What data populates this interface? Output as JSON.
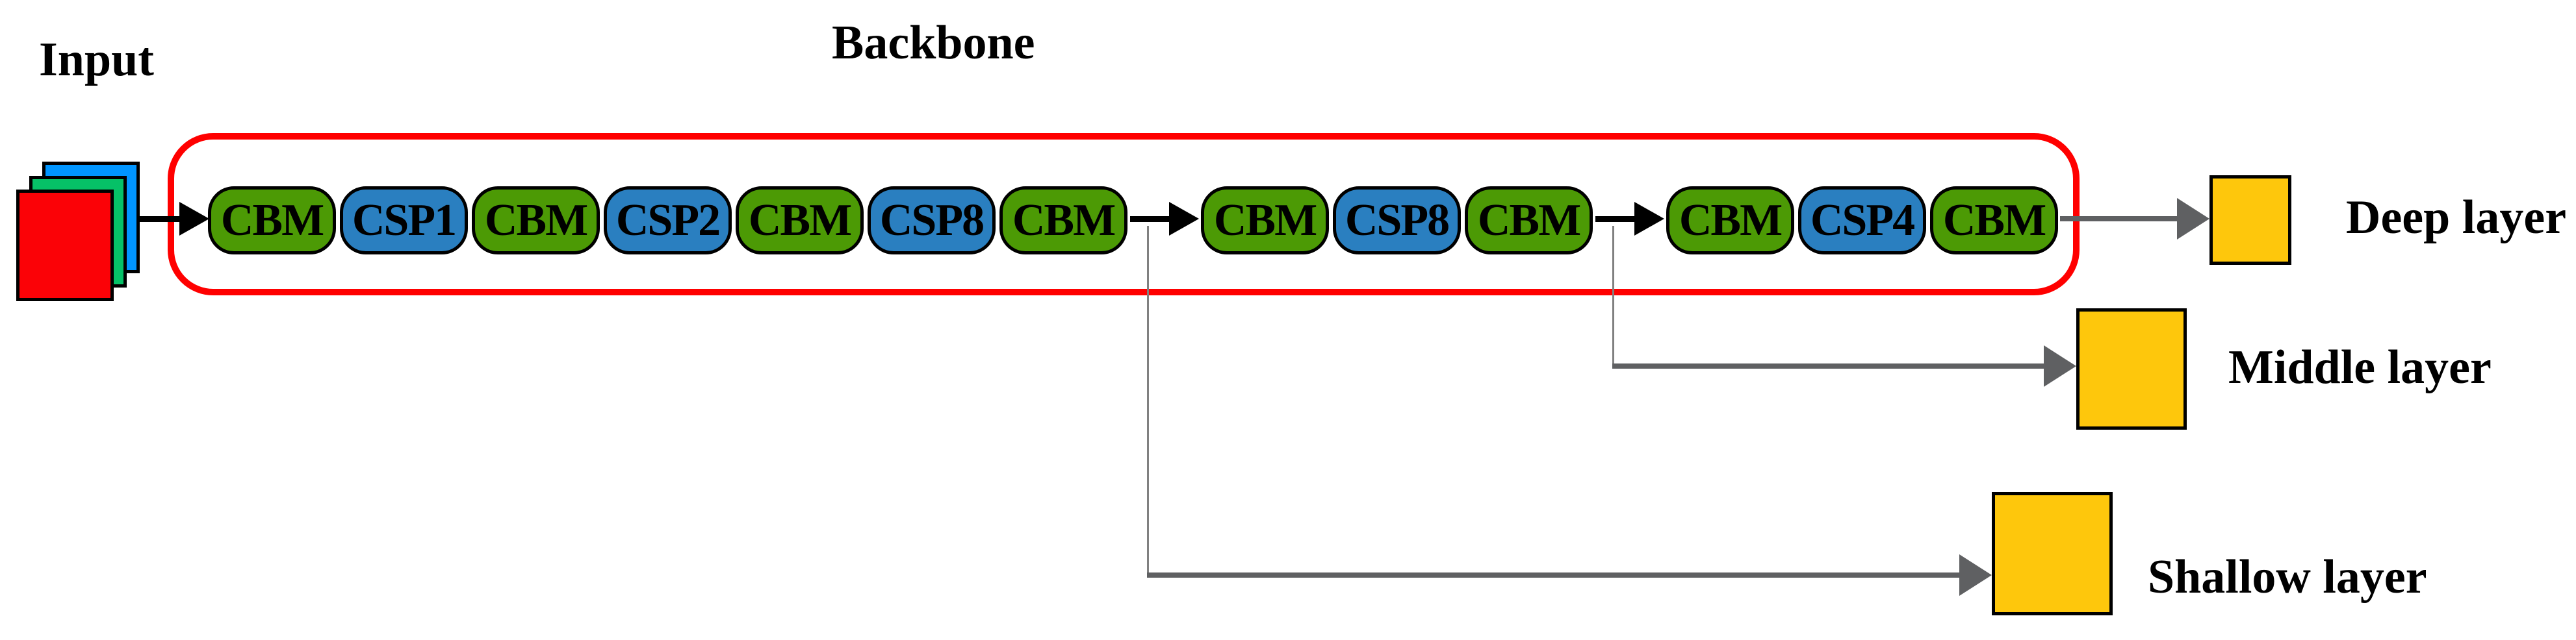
{
  "labels": {
    "input": "Input",
    "backbone": "Backbone"
  },
  "backbone_blocks": [
    {
      "label": "CBM",
      "type": "cbm"
    },
    {
      "label": "CSP1",
      "type": "csp"
    },
    {
      "label": "CBM",
      "type": "cbm"
    },
    {
      "label": "CSP2",
      "type": "csp"
    },
    {
      "label": "CBM",
      "type": "cbm"
    },
    {
      "label": "CSP8",
      "type": "csp"
    },
    {
      "label": "CBM",
      "type": "cbm"
    },
    {
      "label": "CBM",
      "type": "cbm"
    },
    {
      "label": "CSP8",
      "type": "csp"
    },
    {
      "label": "CBM",
      "type": "cbm"
    },
    {
      "label": "CBM",
      "type": "cbm"
    },
    {
      "label": "CSP4",
      "type": "csp"
    },
    {
      "label": "CBM",
      "type": "cbm"
    }
  ],
  "outputs": [
    {
      "label": "Deep layer"
    },
    {
      "label": "Middle layer"
    },
    {
      "label": "Shallow layer"
    }
  ],
  "colors": {
    "cbm_green": "#4C9A05",
    "csp_blue": "#2A7FC0",
    "backbone_border_red": "#FF0000",
    "output_yellow": "#FEC70C",
    "arrow_gray": "#5F6062",
    "tap_line_gray": "#808080",
    "input_channel_red": "#FB0207",
    "input_channel_green": "#06C167",
    "input_channel_blue": "#0095FF"
  }
}
